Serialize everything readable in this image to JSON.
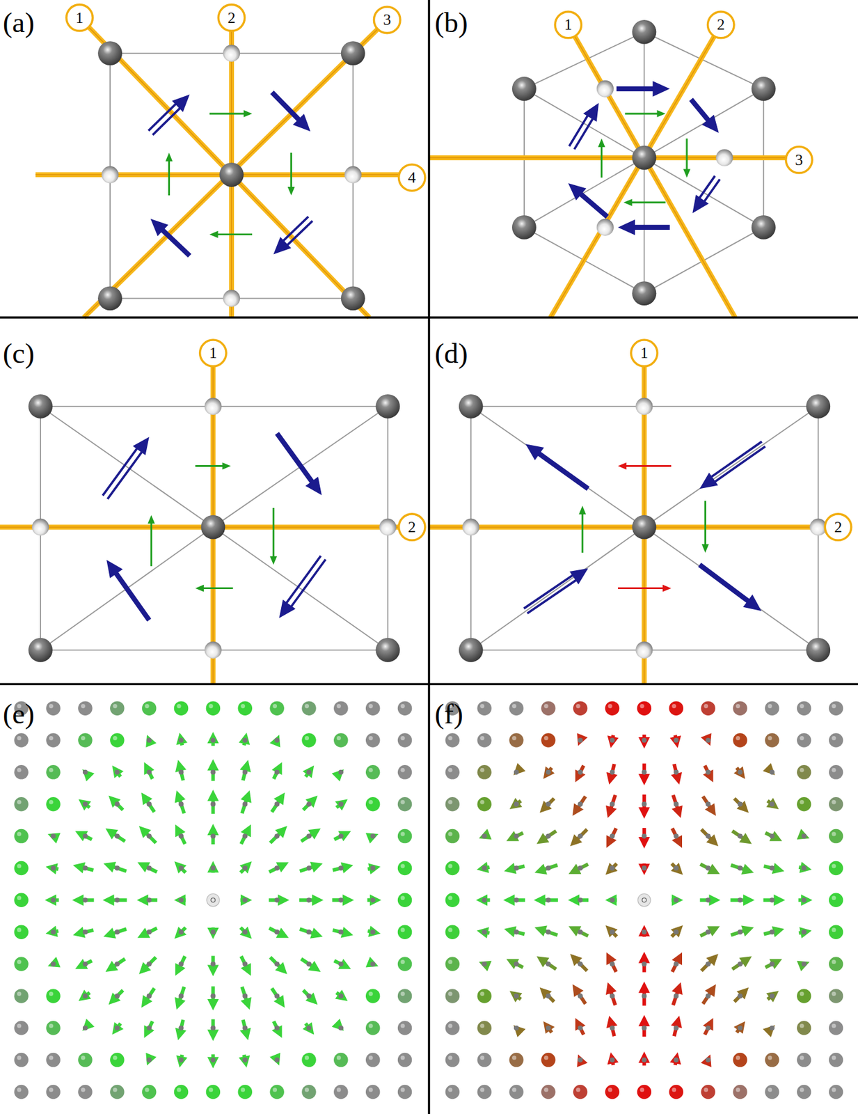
{
  "diagram": {
    "nodes": [
      {
        "text": [
          "1"
        ]
      },
      {
        "text": [
          "2"
        ]
      },
      {
        "text": [
          "3"
        ]
      },
      {
        "text": [
          "4"
        ]
      },
      {
        "text": [
          "1"
        ]
      },
      {
        "text": [
          "2"
        ]
      },
      {
        "text": [
          "3"
        ]
      },
      {
        "text": [
          "1"
        ]
      },
      {
        "text": [
          "2"
        ]
      },
      {
        "text": [
          "1"
        ]
      },
      {
        "text": [
          "2"
        ]
      }
    ],
    "labels": [
      "(a)",
      "(b)",
      "(c)",
      "(d)",
      "(e)",
      "(f)"
    ]
  }
}
